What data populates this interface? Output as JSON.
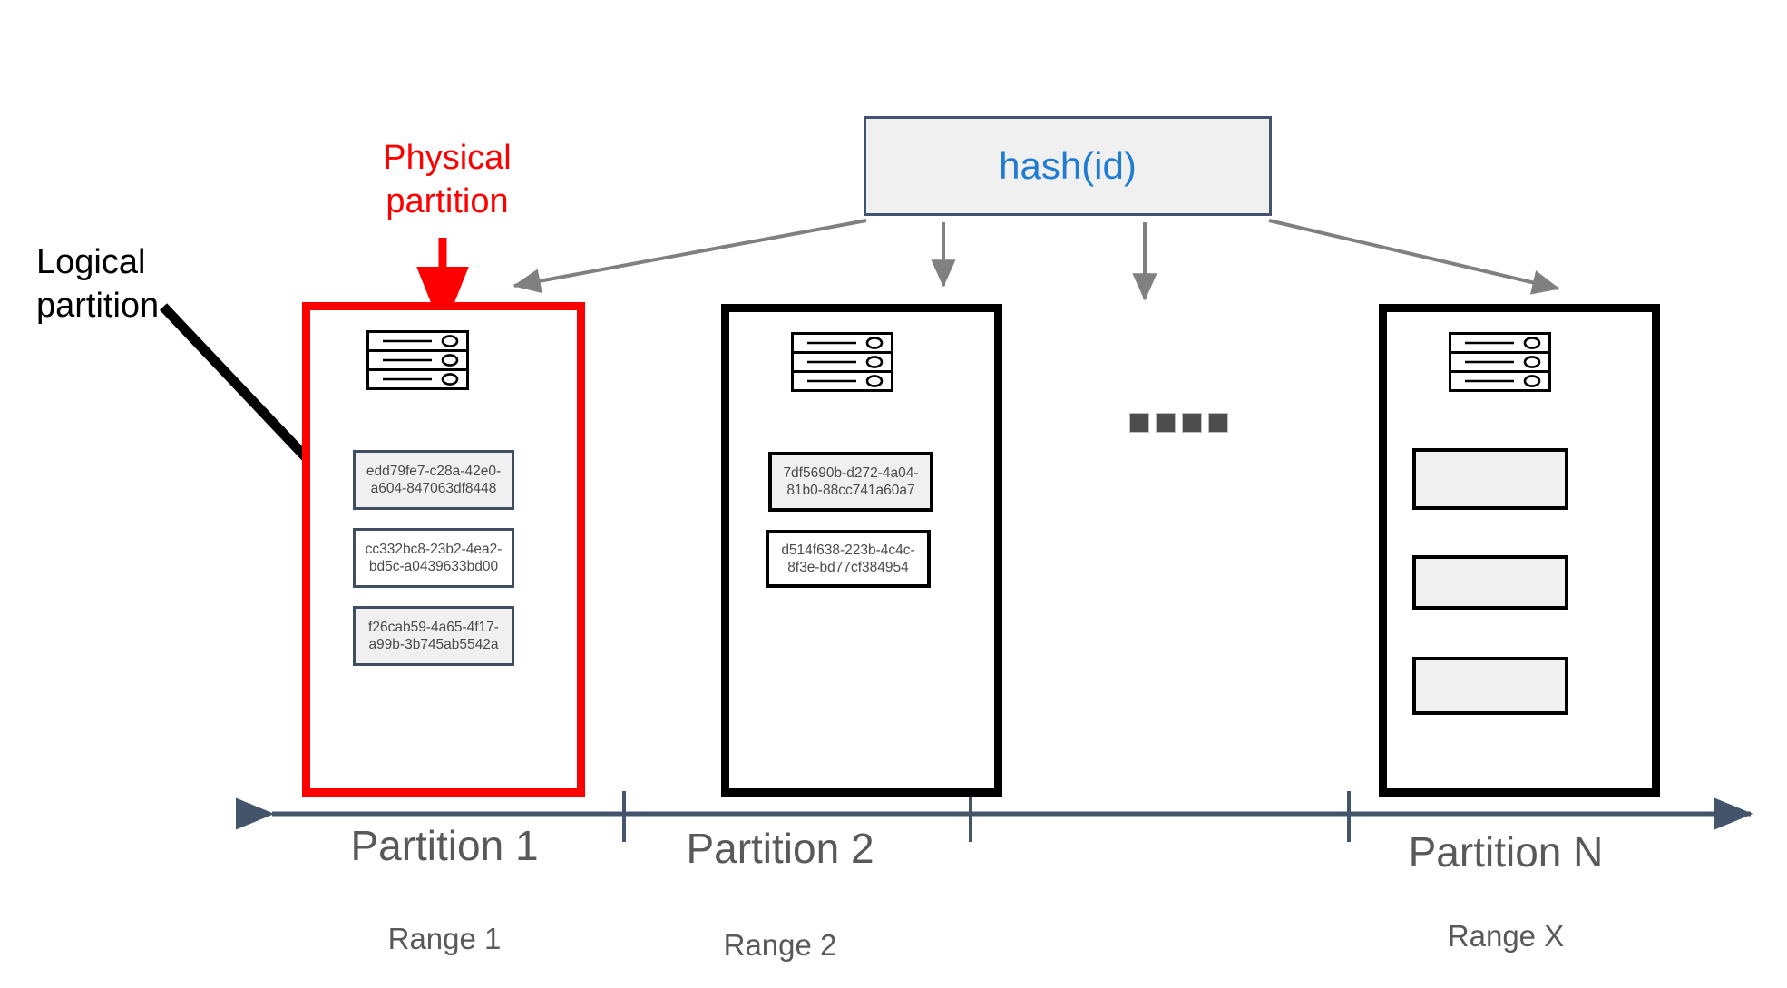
{
  "diagram": {
    "title_hash_box": "hash(id)",
    "annotations": {
      "physical": "Physical\npartition",
      "physical_line1": "Physical",
      "physical_line2": "partition",
      "logical_line1": "Logical",
      "logical_line2": "partition"
    },
    "colors": {
      "physical_red": "#FF0000",
      "logical_black": "#000000",
      "hash_text_blue": "#1F7BD4",
      "hash_border": "#41536E",
      "hash_fill": "#F0F0F0",
      "item_border_slate": "#3F4E63",
      "item_fill_gray": "#F0F0F0",
      "axis_blue_gray": "#44546A",
      "arrow_gray": "#808080",
      "label_gray": "#595959",
      "dot_gray": "#4D4D4D"
    },
    "partitions": [
      {
        "id": "partition-1",
        "border_style": "red",
        "axis_label": "Partition 1",
        "range_label": "Range 1",
        "icon": "server-rack-icon",
        "items": [
          {
            "text": "edd79fe7-c28a-42e0-a604-847063df8448",
            "line1": "edd79fe7-c28a-42e0-",
            "line2": "a604-847063df8448",
            "filled": true
          },
          {
            "text": "cc332bc8-23b2-4ea2-bd5c-a0439633bd00",
            "line1": "cc332bc8-23b2-4ea2-",
            "line2": "bd5c-a0439633bd00",
            "filled": false
          },
          {
            "text": "f26cab59-4a65-4f17-a99b-3b745ab5542a",
            "line1": "f26cab59-4a65-4f17-",
            "line2": "a99b-3b745ab5542a",
            "filled": true
          }
        ]
      },
      {
        "id": "partition-2",
        "border_style": "black",
        "axis_label": "Partition 2",
        "range_label": "Range 2",
        "icon": "server-rack-icon",
        "items": [
          {
            "text": "7df5690b-d272-4a04-81b0-88cc741a60a7",
            "line1": "7df5690b-d272-4a04-",
            "line2": "81b0-88cc741a60a7",
            "filled": true
          },
          {
            "text": "d514f638-223b-4c4c-8f3e-bd77cf384954",
            "line1": "d514f638-223b-4c4c-",
            "line2": "8f3e-bd77cf384954",
            "filled": false
          }
        ]
      },
      {
        "id": "partition-n",
        "border_style": "black",
        "axis_label": "Partition N",
        "range_label": "Range X",
        "icon": "server-rack-icon",
        "items": [
          {
            "text": "",
            "line1": "",
            "line2": "",
            "filled": true
          },
          {
            "text": "",
            "line1": "",
            "line2": "",
            "filled": true
          },
          {
            "text": "",
            "line1": "",
            "line2": "",
            "filled": true
          }
        ]
      }
    ],
    "ellipsis": {
      "name": "ellipsis-dots",
      "count": 4
    },
    "axis": {
      "name": "partition-range-axis",
      "direction": "double-arrow",
      "ticks": 3
    },
    "hash_arrows": {
      "count": 4,
      "description": "hash fan-out arrows"
    }
  }
}
